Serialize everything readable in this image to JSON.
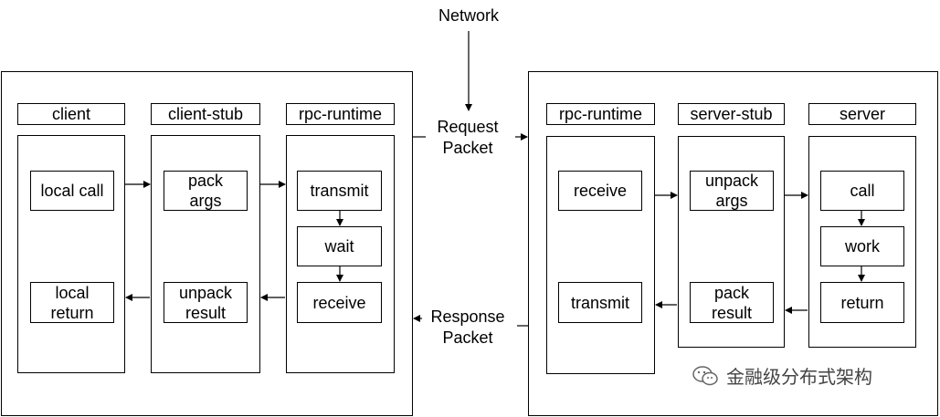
{
  "network": "Network",
  "request_packet": "Request\nPacket",
  "response_packet": "Response\nPacket",
  "client_side": {
    "columns": {
      "client": "client",
      "client_stub": "client-stub",
      "rpc_runtime": "rpc-runtime"
    },
    "client": {
      "local_call": "local call",
      "local_return": "local\nreturn"
    },
    "client_stub": {
      "pack_args": "pack\nargs",
      "unpack_result": "unpack\nresult"
    },
    "rpc_runtime": {
      "transmit": "transmit",
      "wait": "wait",
      "receive": "receive"
    }
  },
  "server_side": {
    "columns": {
      "rpc_runtime": "rpc-runtime",
      "server_stub": "server-stub",
      "server": "server"
    },
    "rpc_runtime": {
      "receive": "receive",
      "transmit": "transmit"
    },
    "server_stub": {
      "unpack_args": "unpack\nargs",
      "pack_result": "pack\nresult"
    },
    "server": {
      "call": "call",
      "work": "work",
      "return": "return"
    }
  },
  "watermark": {
    "text": "金融级分布式架构",
    "icon": "wechat-icon"
  }
}
